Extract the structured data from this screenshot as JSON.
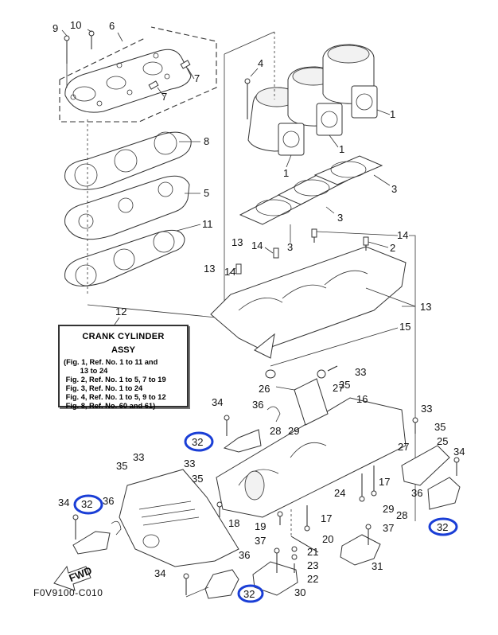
{
  "diagram": {
    "title": "Crank Cylinder Assy exploded parts diagram",
    "figure_code": "F0V9100-C010",
    "direction_marker": "FWD",
    "highlight_color": "#1a3ed6",
    "note": {
      "ref_number": "12",
      "title": "CRANK CYLINDER",
      "subtitle": "ASSY",
      "lines": [
        "(Fig. 1, Ref. No. 1 to 11 and",
        "        13 to 24",
        " Fig. 2, Ref. No. 1 to 5, 7 to 19",
        " Fig. 3, Ref. No. 1 to 24",
        " Fig. 4, Ref. No. 1 to 5, 9 to 12",
        " Fig. 8, Ref. No. 60 and 61)"
      ]
    },
    "callouts": {
      "c9": "9",
      "c10": "10",
      "c6": "6",
      "c7a": "7",
      "c7b": "7",
      "c8": "8",
      "c5": "5",
      "c11": "11",
      "c4": "4",
      "c1a": "1",
      "c1b": "1",
      "c1c": "1",
      "c3a": "3",
      "c3b": "3",
      "c3c": "3",
      "c14a": "14",
      "c2": "2",
      "c13a": "13",
      "c14b": "14",
      "c13b": "13",
      "c14c": "14",
      "c13c": "13",
      "c15": "15",
      "c33a": "33",
      "c35a": "35",
      "c26": "26",
      "c27a": "27",
      "c16": "16",
      "c34a": "34",
      "c36a": "36",
      "c28a": "28",
      "c29a": "29",
      "c32a": "32",
      "c33b": "33",
      "c35b": "35",
      "c25": "25",
      "c27b": "27",
      "c34b": "34",
      "c17a": "17",
      "c24": "24",
      "c36b": "36",
      "c29b": "29",
      "c28b": "28",
      "c32b": "32",
      "c35c": "35",
      "c33c": "33",
      "c33d": "33",
      "c35d": "35",
      "c34c": "34",
      "c32c": "32",
      "c36c": "36",
      "c18": "18",
      "c19": "19",
      "c17b": "17",
      "c37a": "37",
      "c20": "20",
      "c21": "21",
      "c23": "23",
      "c22": "22",
      "c31": "31",
      "c37b": "37",
      "c36d": "36",
      "c34d": "34",
      "c32d": "32",
      "c30": "30"
    }
  }
}
